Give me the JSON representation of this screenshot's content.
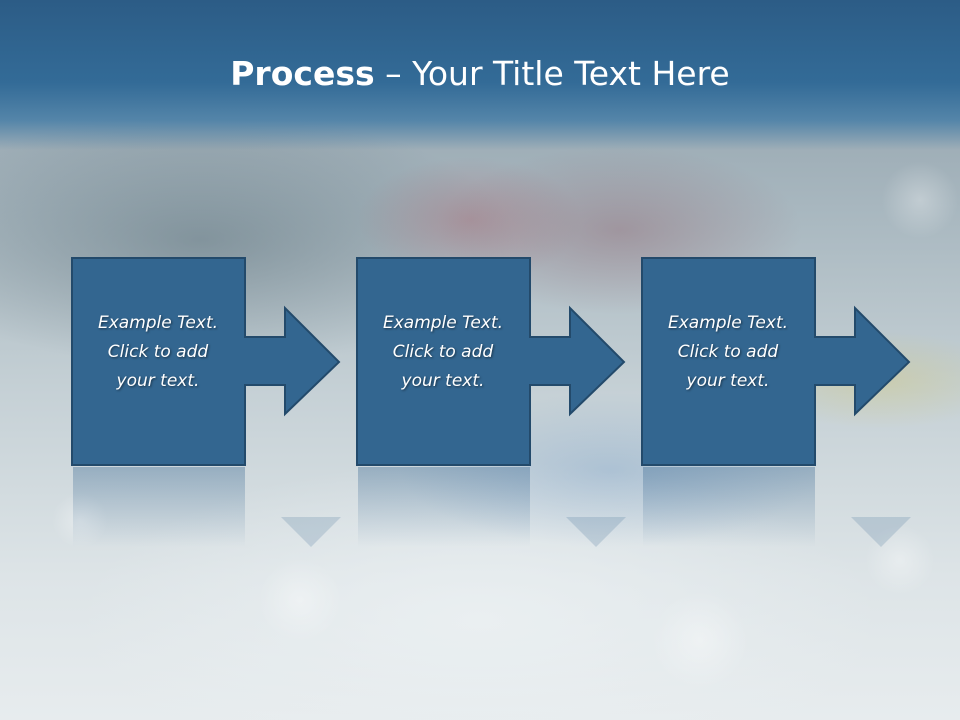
{
  "slide": {
    "title_bold": "Process",
    "title_rest": " – Your Title Text Here",
    "colors": {
      "title_bar": "#2f6590",
      "box_fill": "#336690",
      "box_border": "#234a6b",
      "text": "#ffffff"
    }
  },
  "steps": [
    {
      "lines": [
        "Example Text.",
        "Click  to add",
        "your text."
      ]
    },
    {
      "lines": [
        "Example Text.",
        "Click  to add",
        "your text."
      ]
    },
    {
      "lines": [
        "Example Text.",
        "Click  to add",
        "your text."
      ]
    }
  ]
}
